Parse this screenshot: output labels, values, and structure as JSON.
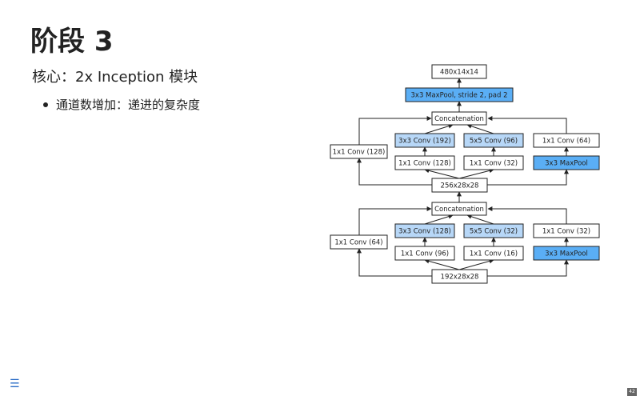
{
  "slide": {
    "title": "阶段 3",
    "subtitle": "核心：2x Inception 模块",
    "bullets": [
      "通道数增加：递进的复杂度"
    ],
    "page_number": "42",
    "menu_icon": "hamburger-menu-icon"
  },
  "diagram": {
    "colors": {
      "white": "#ffffff",
      "light": "#b7d7f7",
      "dark": "#5aaef5"
    },
    "output": "480x14x14",
    "maxpool": "3x3 MaxPool, stride 2, pad 2",
    "block2": {
      "concat": "Concatenation",
      "input": "256x28x28",
      "b1": "1x1 Conv (128)",
      "b2_top": "3x3 Conv (192)",
      "b2_bottom": "1x1 Conv (128)",
      "b3_top": "5x5 Conv (96)",
      "b3_bottom": "1x1 Conv (32)",
      "b4_top": "1x1 Conv (64)",
      "b4_bottom": "3x3 MaxPool"
    },
    "block1": {
      "concat": "Concatenation",
      "input": "192x28x28",
      "b1": "1x1 Conv (64)",
      "b2_top": "3x3 Conv (128)",
      "b2_bottom": "1x1 Conv (96)",
      "b3_top": "5x5 Conv (32)",
      "b3_bottom": "1x1 Conv (16)",
      "b4_top": "1x1 Conv (32)",
      "b4_bottom": "3x3 MaxPool"
    }
  }
}
